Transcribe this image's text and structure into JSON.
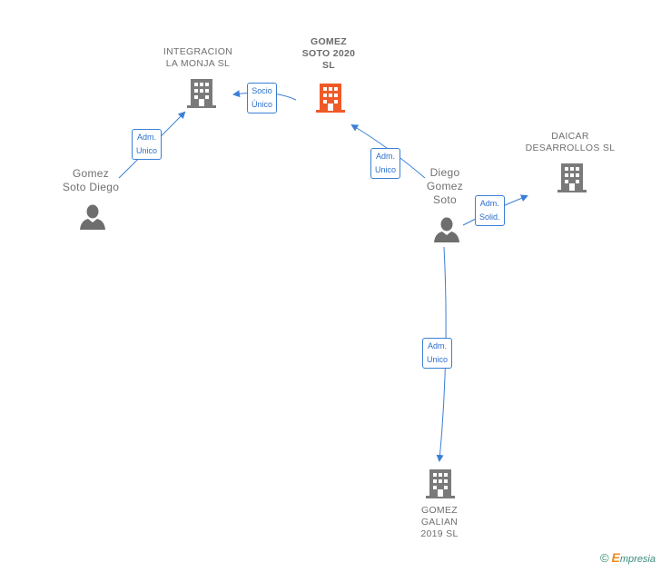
{
  "nodes": {
    "integracion": {
      "lines": [
        "INTEGRACION",
        "LA MONJA  SL"
      ]
    },
    "gomez_soto_2020": {
      "lines": [
        "GOMEZ",
        "SOTO 2020",
        "SL"
      ]
    },
    "daicar": {
      "lines": [
        "DAICAR",
        "DESARROLLOS SL"
      ]
    },
    "gomez_galian": {
      "lines": [
        "GOMEZ",
        "GALIAN",
        "2019  SL"
      ]
    },
    "gomez_soto_diego": {
      "lines": [
        "Gomez",
        "Soto Diego"
      ]
    },
    "diego_gomez_soto": {
      "lines": [
        "Diego",
        "Gomez",
        "Soto"
      ]
    }
  },
  "relations": {
    "socio_unico": {
      "lines": [
        "Socio",
        "Único"
      ]
    },
    "adm_unico_left": {
      "lines": [
        "Adm.",
        "Unico"
      ]
    },
    "adm_unico_center": {
      "lines": [
        "Adm.",
        "Unico"
      ]
    },
    "adm_solid": {
      "lines": [
        "Adm.",
        "Solid."
      ]
    },
    "adm_unico_bottom": {
      "lines": [
        "Adm.",
        "Unico"
      ]
    }
  },
  "colors": {
    "company_icon": "#7a7a7a",
    "focus_company_icon": "#f05a28",
    "person_icon": "#6e6e6e",
    "edge": "#3a7fd5"
  },
  "watermark": {
    "copyright": "©",
    "brand_initial": "E",
    "brand_rest": "mpresia"
  }
}
